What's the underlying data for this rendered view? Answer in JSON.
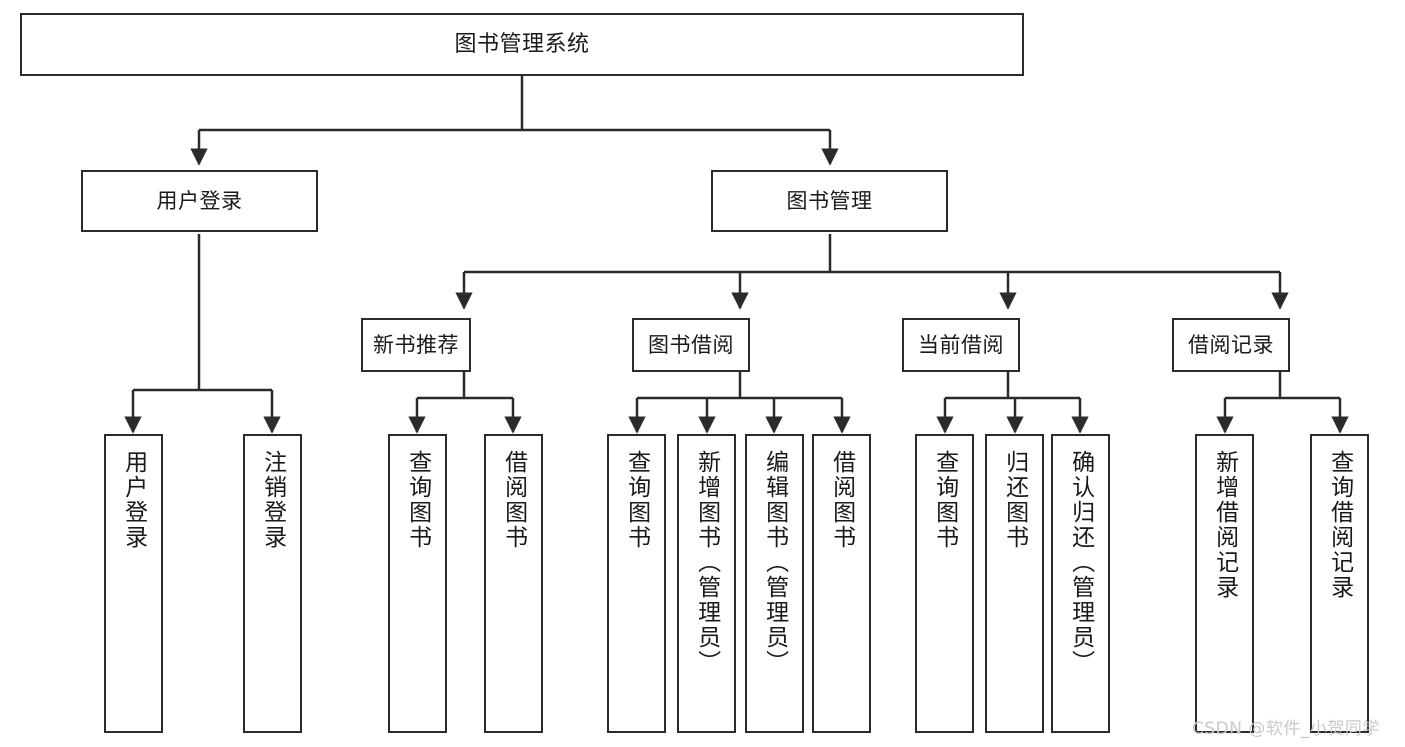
{
  "diagram": {
    "type": "tree",
    "orientation": "top-down",
    "root": {
      "id": "root",
      "label": "图书管理系统"
    },
    "level1": [
      {
        "id": "user-login",
        "label": "用户登录"
      },
      {
        "id": "book-manage",
        "label": "图书管理"
      }
    ],
    "level2": [
      {
        "id": "new-book-recommend",
        "label": "新书推荐",
        "parent": "book-manage"
      },
      {
        "id": "book-borrow",
        "label": "图书借阅",
        "parent": "book-manage"
      },
      {
        "id": "current-borrow",
        "label": "当前借阅",
        "parent": "book-manage"
      },
      {
        "id": "borrow-record",
        "label": "借阅记录",
        "parent": "book-manage"
      }
    ],
    "leaves": {
      "user_login": [
        {
          "id": "leaf-user-login",
          "label": "用户登录"
        },
        {
          "id": "leaf-logout",
          "label": "注销登录"
        }
      ],
      "new_book_recommend": [
        {
          "id": "leaf-query-book-1",
          "label": "查询图书"
        },
        {
          "id": "leaf-borrow-book-1",
          "label": "借阅图书"
        }
      ],
      "book_borrow": [
        {
          "id": "leaf-query-book-2",
          "label": "查询图书"
        },
        {
          "id": "leaf-add-book",
          "label": "新增图书（管理员）"
        },
        {
          "id": "leaf-edit-book",
          "label": "编辑图书（管理员）"
        },
        {
          "id": "leaf-borrow-book-2",
          "label": "借阅图书"
        }
      ],
      "current_borrow": [
        {
          "id": "leaf-query-book-3",
          "label": "查询图书"
        },
        {
          "id": "leaf-return-book",
          "label": "归还图书"
        },
        {
          "id": "leaf-confirm-return",
          "label": "确认归还（管理员）"
        }
      ],
      "borrow_record": [
        {
          "id": "leaf-add-record",
          "label": "新增借阅记录"
        },
        {
          "id": "leaf-query-record",
          "label": "查询借阅记录"
        }
      ]
    }
  },
  "watermark": {
    "text": "CSDN @软件_小贺同学"
  },
  "colors": {
    "border": "#2b2b2b",
    "text": "#1a1a1a",
    "background": "#ffffff",
    "connector": "#2b2b2b",
    "watermark": "#c9c9c9"
  }
}
